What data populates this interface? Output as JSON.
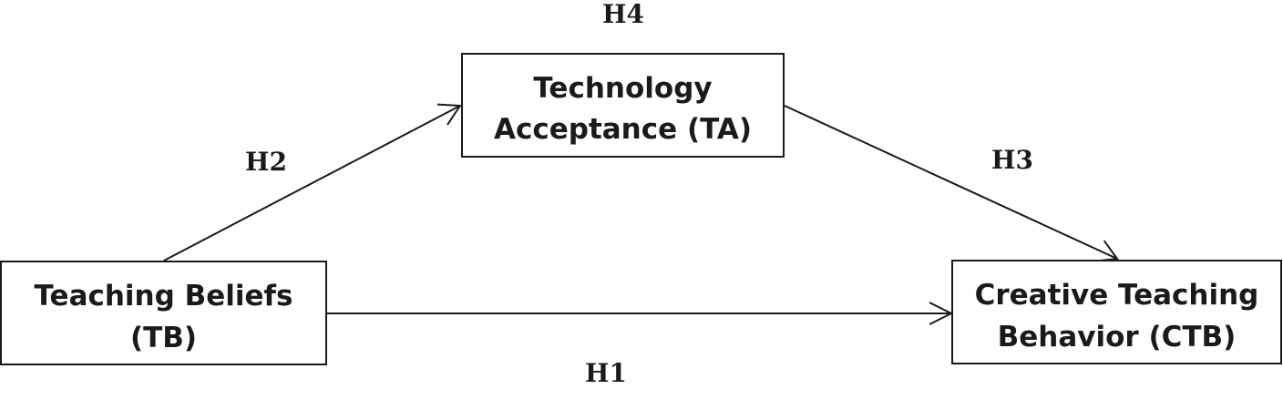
{
  "nodes": {
    "ta": {
      "line1": "Technology",
      "line2": "Acceptance (TA)"
    },
    "tb": {
      "line1": "Teaching Beliefs",
      "line2": "(TB)"
    },
    "ctb": {
      "line1": "Creative Teaching",
      "line2": "Behavior (CTB)"
    }
  },
  "hypotheses": {
    "h1": "H1",
    "h2": "H2",
    "h3": "H3",
    "h4": "H4"
  },
  "colors": {
    "line": "#1a1a1a",
    "background": "#ffffff"
  }
}
